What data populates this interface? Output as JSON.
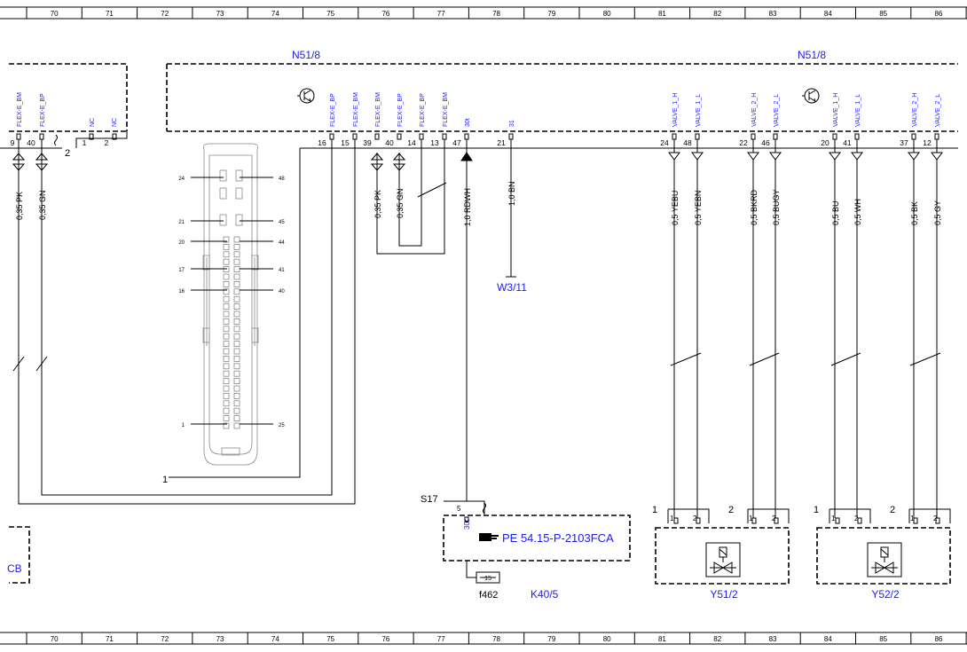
{
  "ruler": {
    "cols": [
      "70",
      "71",
      "72",
      "73",
      "74",
      "75",
      "76",
      "77",
      "78",
      "79",
      "80",
      "81",
      "82",
      "83",
      "84",
      "85",
      "86"
    ]
  },
  "modules": {
    "left_title": "N51/8",
    "right_title": "N51/8"
  },
  "left_partial": {
    "pins": [
      {
        "name": "FLEX-E_BM",
        "no": "9",
        "wire": "0,35 PK"
      },
      {
        "name": "FLEX-E_BP",
        "no": "40",
        "wire": "0,35 GN"
      },
      {
        "name": "NC",
        "no": "1"
      },
      {
        "name": "NC",
        "no": "2"
      }
    ],
    "shield_no": "2"
  },
  "ecu_pins": [
    {
      "name": "FLEX-E_BP",
      "no": "16"
    },
    {
      "name": "FLEX-E_BM",
      "no": "15"
    },
    {
      "name": "FLEX-E_BM",
      "no": "39",
      "wire": "0,35 PK"
    },
    {
      "name": "FLEX-E_BP",
      "no": "40",
      "wire": "0,35 GN"
    },
    {
      "name": "FLEX-E_BP",
      "no": "14"
    },
    {
      "name": "FLEX-E_BM",
      "no": "13"
    },
    {
      "name": "30t",
      "no": "47",
      "wire": "1,0 RDWH"
    },
    {
      "name": "31",
      "no": "21",
      "wire": "1,0 BN"
    }
  ],
  "valve_pins": [
    {
      "name": "VALVE_1_H",
      "no": "24",
      "wire": "0,5 YEBU"
    },
    {
      "name": "VALVE_1_L",
      "no": "48",
      "wire": "0,5 YEBN"
    },
    {
      "name": "VALVE_2_H",
      "no": "22",
      "wire": "0,5 BKRD"
    },
    {
      "name": "VALVE_2_L",
      "no": "46",
      "wire": "0,5 BUGY"
    },
    {
      "name": "VALVE_1_H",
      "no": "20",
      "wire": "0,5 BU"
    },
    {
      "name": "VALVE_1_L",
      "no": "41",
      "wire": "0,5 WH"
    },
    {
      "name": "VALVE_2_H",
      "no": "37",
      "wire": "0,5 BK"
    },
    {
      "name": "VALVE_2_L",
      "no": "12",
      "wire": "0,5 GY"
    }
  ],
  "connector": {
    "left_nos": [
      "24",
      "21",
      "20",
      "17",
      "16",
      "1"
    ],
    "right_nos": [
      "48",
      "45",
      "44",
      "41",
      "40",
      "25"
    ],
    "marker": "1"
  },
  "ground": "W3/11",
  "splice": {
    "name": "S17",
    "pin": "5",
    "pin30": "30t",
    "ref": "PE 54.15-P-2103FCA"
  },
  "fuse": {
    "value": "15",
    "name": "f462",
    "relay": "K40/5"
  },
  "valves": [
    {
      "name": "Y51/2",
      "plug_left": "1",
      "plug_right": "2",
      "p1": "1",
      "p2": "2",
      "p3": "1",
      "p4": "2"
    },
    {
      "name": "Y52/2",
      "plug_left": "1",
      "plug_right": "2",
      "p1": "1",
      "p2": "2",
      "p3": "1",
      "p4": "2"
    }
  ],
  "left_box_text": "CB"
}
